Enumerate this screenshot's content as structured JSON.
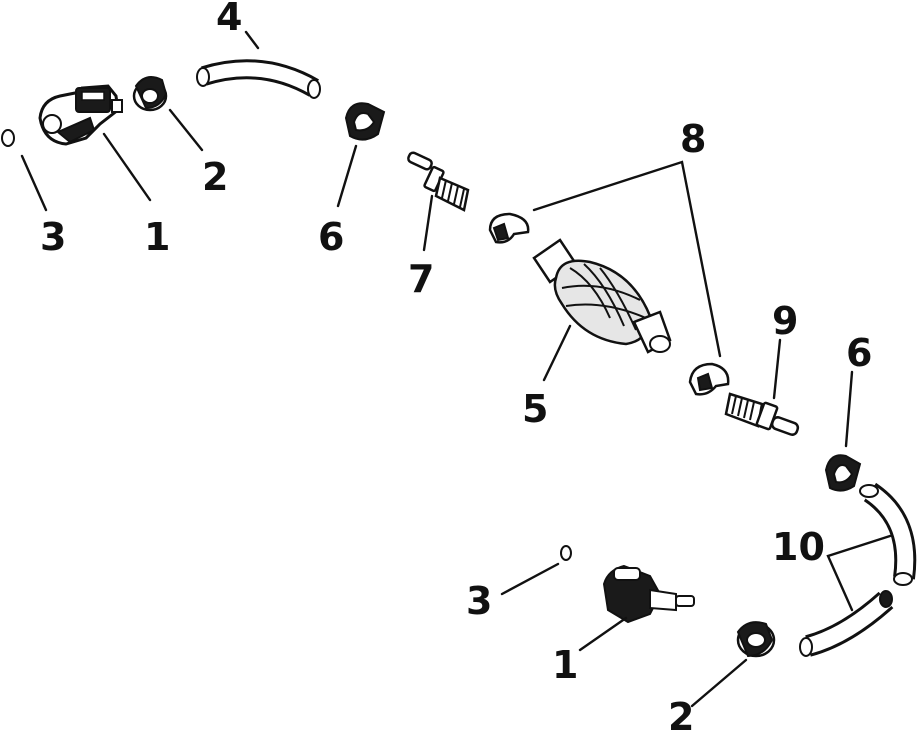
{
  "diagram": {
    "callouts": {
      "c1_top": "1",
      "c2_top": "2",
      "c3_top": "3",
      "c4": "4",
      "c5": "5",
      "c6_top": "6",
      "c6_mid": "6",
      "c7": "7",
      "c8": "8",
      "c9": "9",
      "c10": "10",
      "c1_bottom": "1",
      "c2_bottom": "2",
      "c3_bottom": "3"
    }
  }
}
